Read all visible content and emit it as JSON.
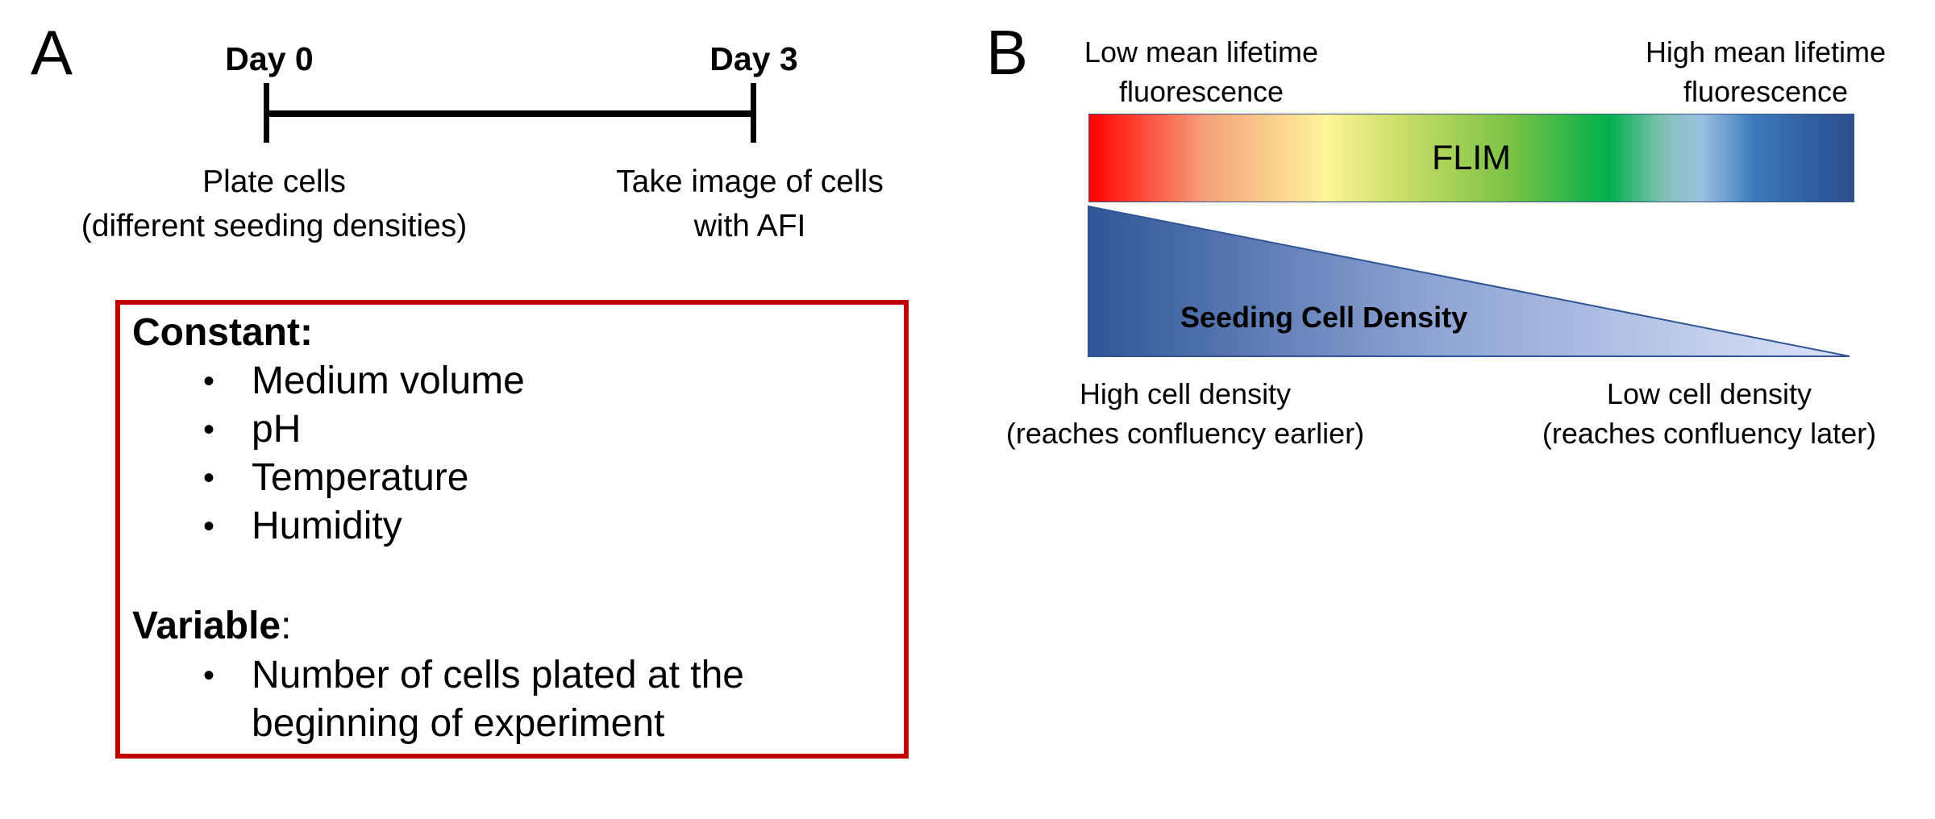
{
  "panel_a": {
    "letter": "A",
    "timeline": {
      "start_label": "Day 0",
      "end_label": "Day 3",
      "start_desc": [
        "Plate cells",
        "(different seeding densities)"
      ],
      "end_desc": [
        "Take image of cells",
        "with AFI"
      ]
    },
    "box": {
      "border_color": "#c00000",
      "constant_heading": "Constant:",
      "constant_items": [
        "Medium volume",
        "pH",
        "Temperature",
        "Humidity"
      ],
      "variable_heading": "Variable",
      "variable_colon": ":",
      "variable_items": [
        "Number of cells plated at the",
        "beginning of experiment"
      ],
      "bullet": "•"
    }
  },
  "panel_b": {
    "letter": "B",
    "left_top_label": [
      "Low mean lifetime",
      "fluorescence"
    ],
    "right_top_label": [
      "High mean lifetime",
      "fluorescence"
    ],
    "flim_bar_label": "FLIM",
    "triangle_label": "Seeding Cell Density",
    "left_bottom_label": [
      "High cell density",
      "(reaches confluency earlier)"
    ],
    "right_bottom_label": [
      "Low cell density",
      "(reaches confluency later)"
    ],
    "colors": {
      "triangle_dark": "#2f5597",
      "triangle_light": "#dde4f8",
      "flim_start": "#ff0000",
      "flim_end": "#2f4f8f"
    }
  }
}
